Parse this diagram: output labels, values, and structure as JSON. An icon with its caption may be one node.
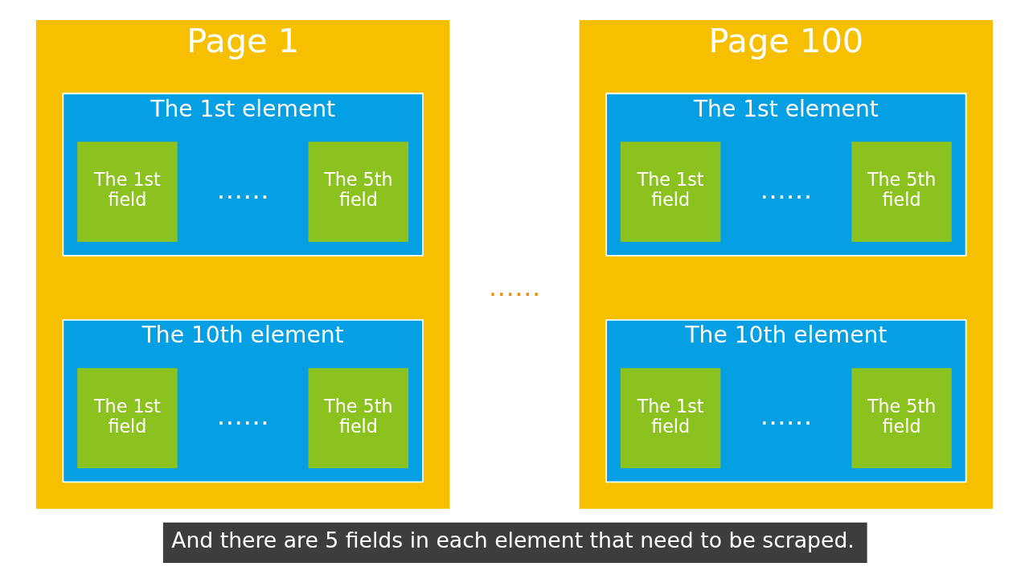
{
  "diagram": {
    "caption": "And there are 5 fields in each element that need to be scraped.",
    "nodes": [
      {
        "text": [
          "Page 1"
        ]
      },
      {
        "text": [
          "The 1st element"
        ],
        "in": 0
      },
      {
        "text": [
          "The 1st field"
        ],
        "in": 1
      },
      {
        "text": [
          "The 5th field"
        ],
        "in": 1
      },
      {
        "text": [
          "The 10th element"
        ],
        "in": 0
      },
      {
        "text": [
          "The 1st field"
        ],
        "in": 4
      },
      {
        "text": [
          "The 5th field"
        ],
        "in": 4
      },
      {
        "text": [
          "Page 100"
        ]
      },
      {
        "text": [
          "The 1st element"
        ],
        "in": 7
      },
      {
        "text": [
          "The 1st field"
        ],
        "in": 8
      },
      {
        "text": [
          "The 5th field"
        ],
        "in": 8
      },
      {
        "text": [
          "The 10th element"
        ],
        "in": 7
      },
      {
        "text": [
          "The 1st field"
        ],
        "in": 11
      },
      {
        "text": [
          "The 5th field"
        ],
        "in": 11
      }
    ],
    "labels": [
      "……",
      "……",
      "……",
      "……",
      "……"
    ]
  }
}
